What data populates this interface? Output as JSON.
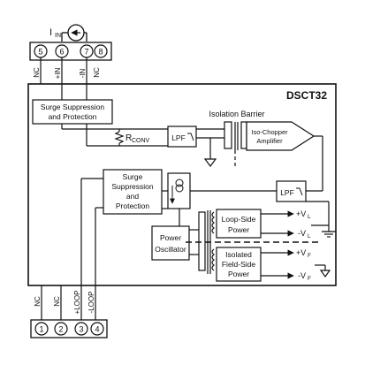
{
  "diagram": {
    "model": "DSCT32",
    "input_current_label": "I",
    "input_current_sub": "IN",
    "top_terminals": [
      {
        "number": "5",
        "label": "NC"
      },
      {
        "number": "6",
        "label": "+IN"
      },
      {
        "number": "7",
        "label": "-IN"
      },
      {
        "number": "8",
        "label": "NC"
      }
    ],
    "bottom_terminals": [
      {
        "number": "1",
        "label": "NC"
      },
      {
        "number": "2",
        "label": "NC"
      },
      {
        "number": "3",
        "label": "+LOOP"
      },
      {
        "number": "4",
        "label": "-LOOP"
      }
    ],
    "surge_top": {
      "line1": "Surge Suppression",
      "line2": "and Protection"
    },
    "surge_bottom": {
      "line1": "Surge",
      "line2": "Suppression",
      "line3": "and",
      "line4": "Protection"
    },
    "rconv": {
      "main": "R",
      "sub": "CONV"
    },
    "lpf_label": "LPF",
    "isolation_barrier_label": "Isolation Barrier",
    "iso_chopper": {
      "line1": "Iso-Chopper",
      "line2": "Amplifier"
    },
    "power_oscillator": {
      "line1": "Power",
      "line2": "Oscillator"
    },
    "loop_side_power": {
      "line1": "Loop-Side",
      "line2": "Power"
    },
    "field_side_power": {
      "line1": "Isolated",
      "line2": "Field-Side",
      "line3": "Power"
    },
    "rails": {
      "plus_vl": {
        "sign": "+V",
        "sub": "L"
      },
      "minus_vl": {
        "sign": "-V",
        "sub": "L"
      },
      "plus_vf": {
        "sign": "+V",
        "sub": "F"
      },
      "minus_vf": {
        "sign": "-V",
        "sub": "F"
      }
    }
  }
}
